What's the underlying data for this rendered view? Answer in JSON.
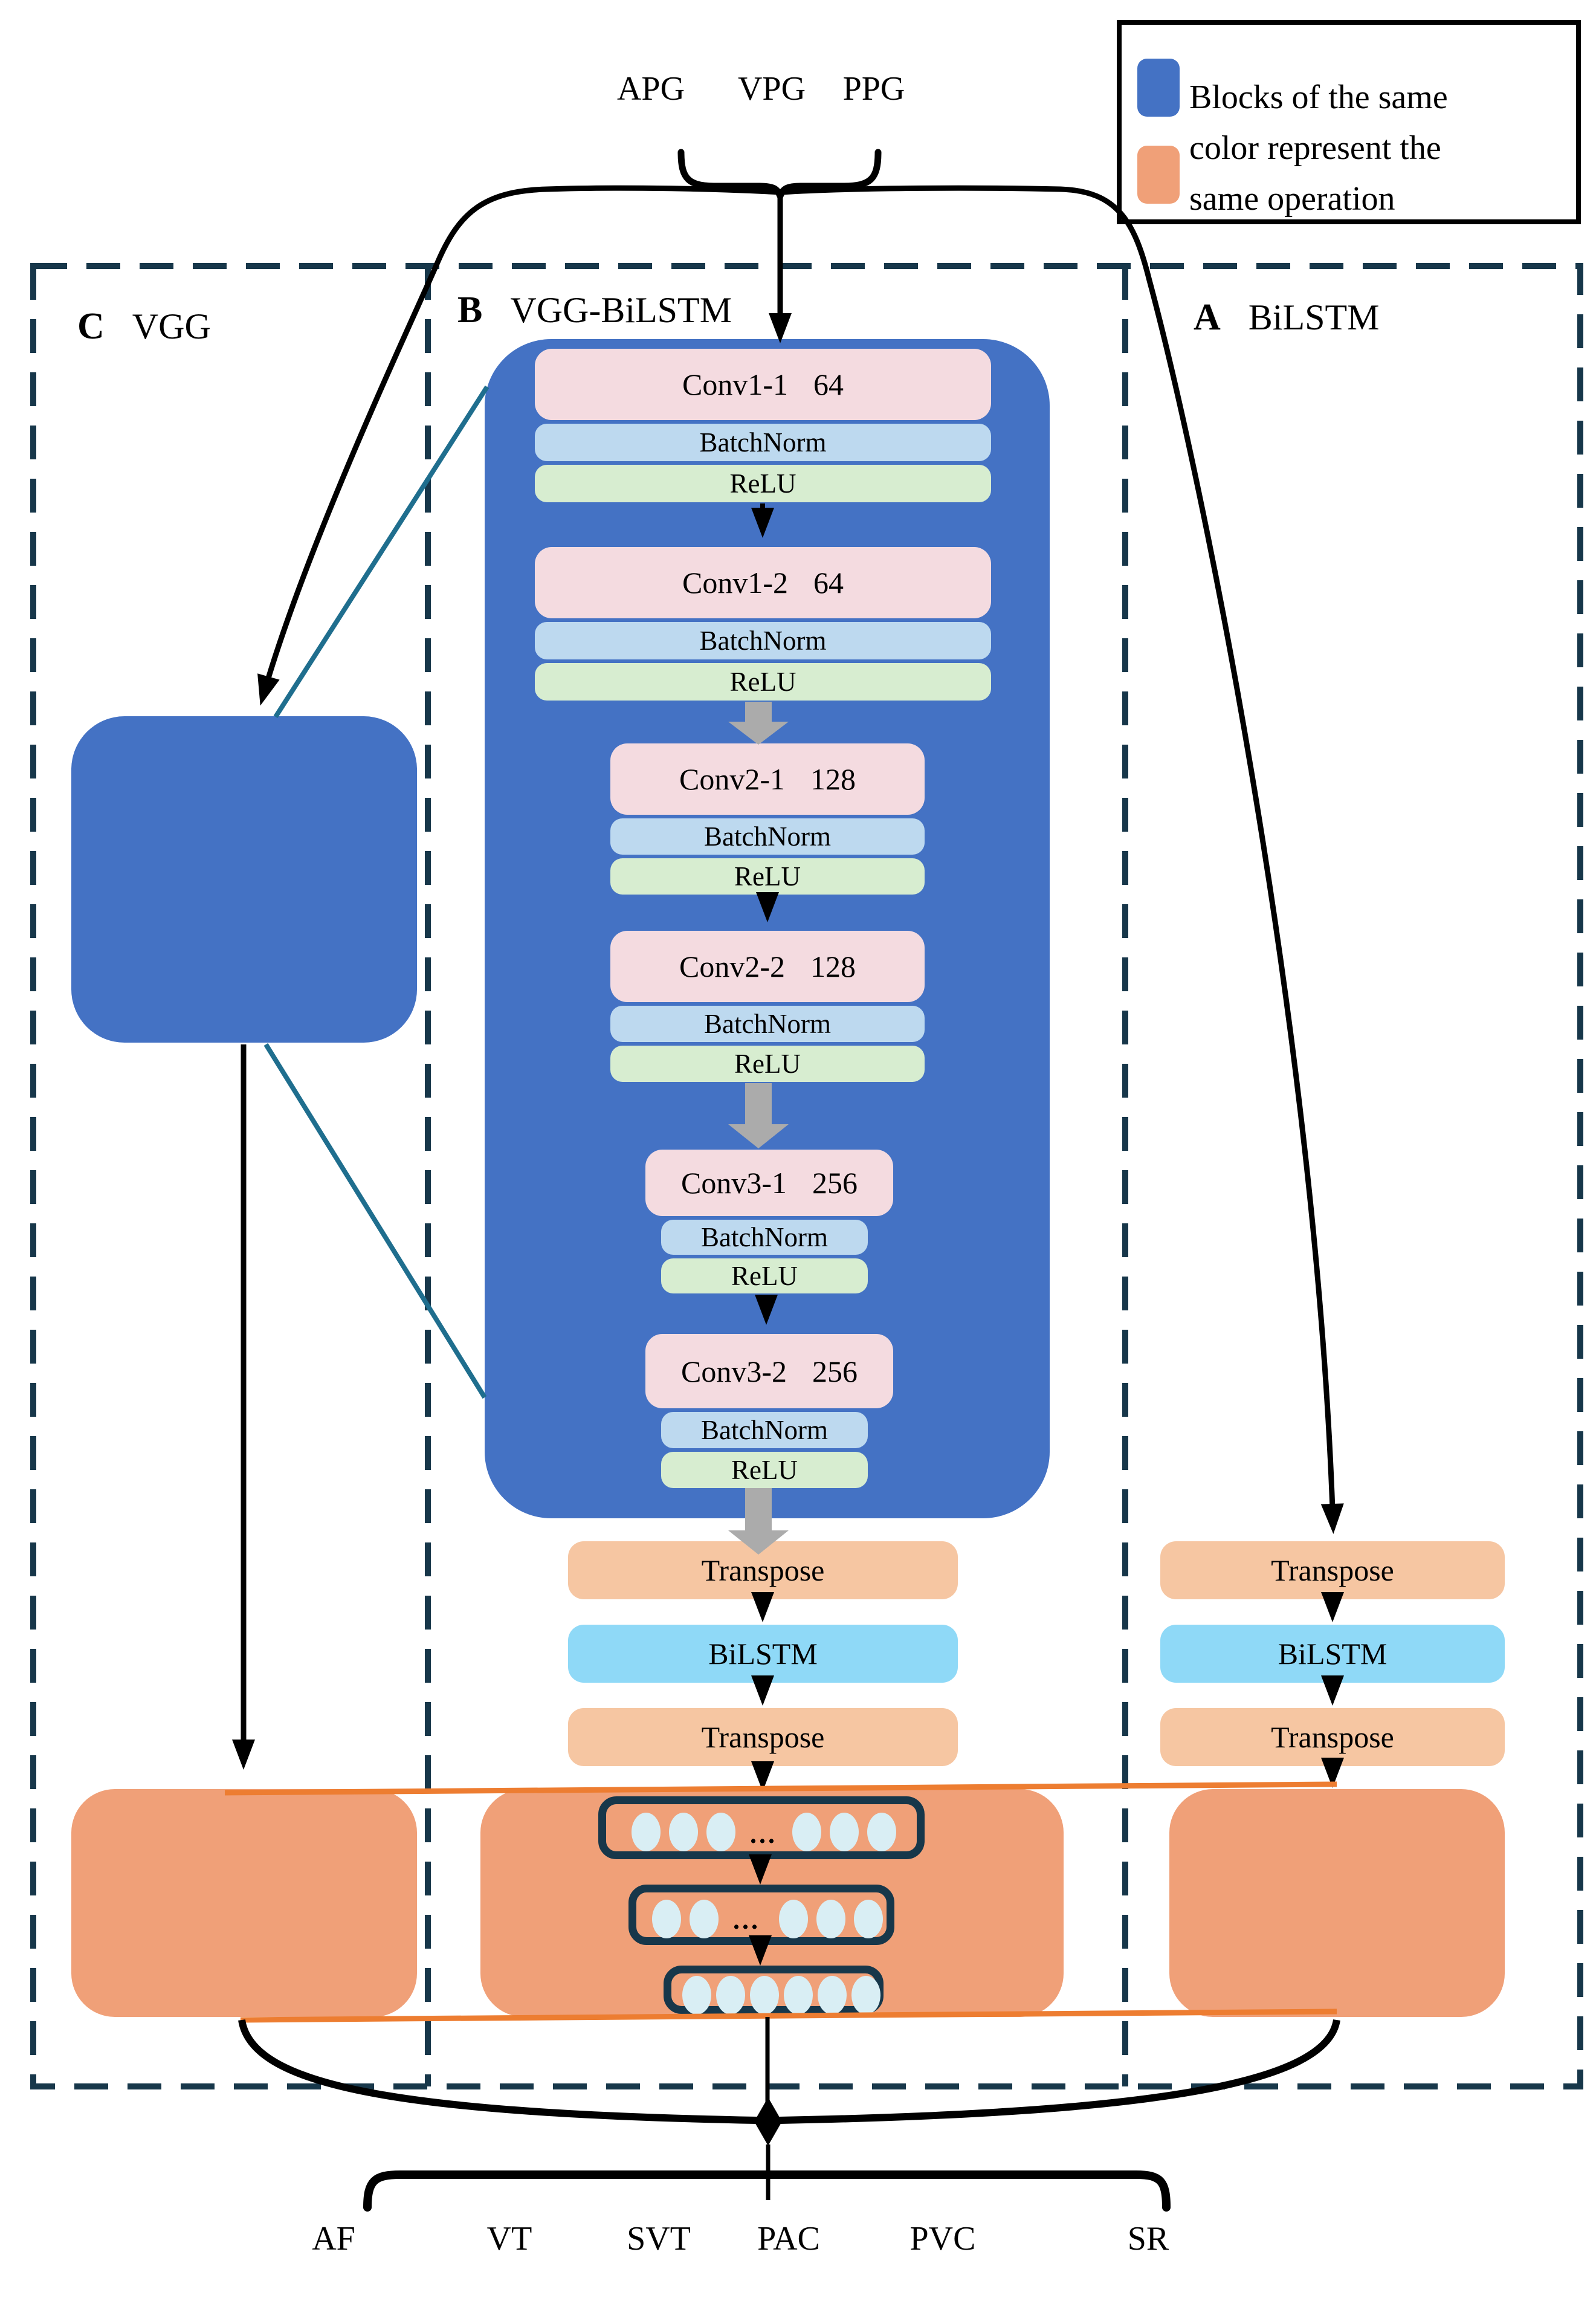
{
  "inputs": {
    "labels": [
      "APG",
      "VPG",
      "PPG"
    ]
  },
  "legend": {
    "lines": [
      "Blocks of the same",
      "color represent the",
      "same operation"
    ],
    "blue_swatch_color": "#4472C4",
    "orange_swatch_color": "#F0A078"
  },
  "sections": {
    "c": {
      "letter": "C",
      "name": "VGG"
    },
    "b": {
      "letter": "B",
      "name": "VGG-BiLSTM"
    },
    "a": {
      "letter": "A",
      "name": "BiLSTM"
    }
  },
  "conv_groups": [
    {
      "name": "Conv1-1",
      "channels": "64",
      "bn": "BatchNorm",
      "relu": "ReLU"
    },
    {
      "name": "Conv1-2",
      "channels": "64",
      "bn": "BatchNorm",
      "relu": "ReLU"
    },
    {
      "name": "Conv2-1",
      "channels": "128",
      "bn": "BatchNorm",
      "relu": "ReLU"
    },
    {
      "name": "Conv2-2",
      "channels": "128",
      "bn": "BatchNorm",
      "relu": "ReLU"
    },
    {
      "name": "Conv3-1",
      "channels": "256",
      "bn": "BatchNorm",
      "relu": "ReLU"
    },
    {
      "name": "Conv3-2",
      "channels": "256",
      "bn": "BatchNorm",
      "relu": "ReLU"
    }
  ],
  "b_branch": {
    "transpose1": "Transpose",
    "bilstm": "BiLSTM",
    "transpose2": "Transpose"
  },
  "a_branch": {
    "transpose1": "Transpose",
    "bilstm": "BiLSTM",
    "transpose2": "Transpose"
  },
  "fc": {
    "ellipsis": "...",
    "rows": [
      {
        "left_ellipses": 3,
        "has_ellipsis": true,
        "right_ellipses": 3
      },
      {
        "left_ellipses": 2,
        "has_ellipsis": true,
        "right_ellipses": 3
      },
      {
        "left_ellipses": 6,
        "has_ellipsis": false,
        "right_ellipses": 0
      }
    ]
  },
  "outputs": {
    "labels": [
      "AF",
      "VT",
      "SVT",
      "PAC",
      "PVC",
      "SR"
    ]
  },
  "colors": {
    "block_blue": "#4472C4",
    "conv_pink": "#F4DBE0",
    "batchnorm_blue": "#BDD9EF",
    "relu_green": "#D7EDD0",
    "transpose_orange": "#F6C6A2",
    "bilstm_cyan": "#8FD9F7",
    "operation_orange": "#F0A078",
    "connector_orange": "#ED7D31",
    "dashed_border_navy": "#17374A",
    "teal_line": "#1F6E8E",
    "gray_arrow": "#ABABAB"
  }
}
